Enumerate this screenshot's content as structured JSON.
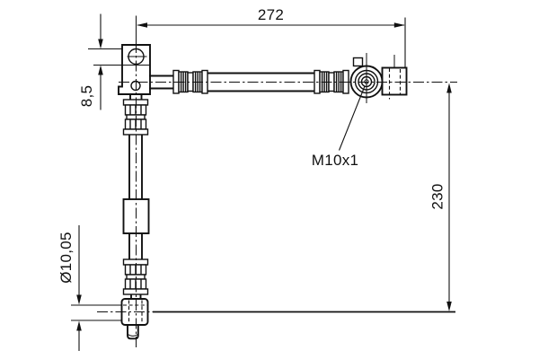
{
  "drawing": {
    "background_color": "#ffffff",
    "line_color": "#111111",
    "dimensions": {
      "overall_length": "272",
      "bracket_hole_diameter": "8,5",
      "drop_height": "230",
      "end_fitting_diameter": "Ø10,05",
      "thread_size": "M10x1"
    }
  }
}
